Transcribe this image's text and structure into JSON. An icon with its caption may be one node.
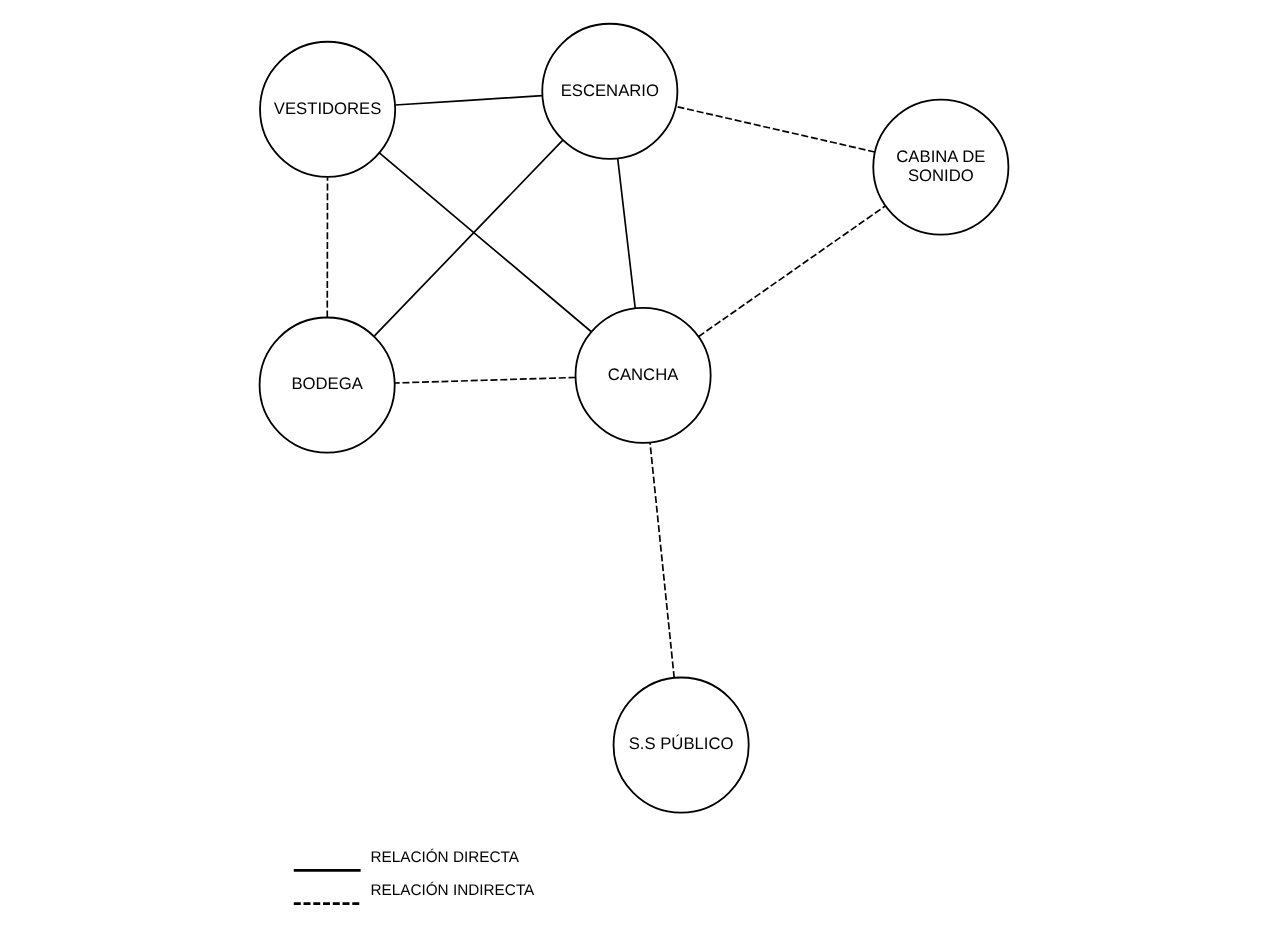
{
  "diagram": {
    "nodes": [
      {
        "text": [
          "BODEGA"
        ]
      },
      {
        "text": [
          "S.S PÚBLICO"
        ]
      },
      {
        "text": [
          "CANCHA"
        ]
      },
      {
        "text": [
          "VESTIDORES"
        ]
      },
      {
        "text": [
          "CABINA DE SONIDO"
        ]
      },
      {
        "text": [
          "ESCENARIO"
        ]
      }
    ],
    "edges": [
      {
        "from": 2,
        "to": 0,
        "arrow": "none",
        "style": "dashed"
      },
      {
        "from": 0,
        "to": 3,
        "arrow": "none",
        "style": "dashed"
      },
      {
        "from": 0,
        "to": 5,
        "arrow": "none"
      },
      {
        "from": 1,
        "to": 2,
        "arrow": "none",
        "style": "dashed"
      },
      {
        "from": 2,
        "to": 3,
        "arrow": "none"
      },
      {
        "from": 2,
        "to": 5,
        "arrow": "none"
      },
      {
        "from": 2,
        "to": 4,
        "arrow": "none",
        "style": "dashed"
      },
      {
        "from": 3,
        "to": 5,
        "arrow": "none"
      },
      {
        "from": 4,
        "to": 5,
        "arrow": "none",
        "style": "dashed"
      }
    ],
    "legend": [
      {
        "text": "RELACIÓN DIRECTA"
      },
      {
        "text": "RELACIÓN INDIRECTA"
      }
    ]
  }
}
